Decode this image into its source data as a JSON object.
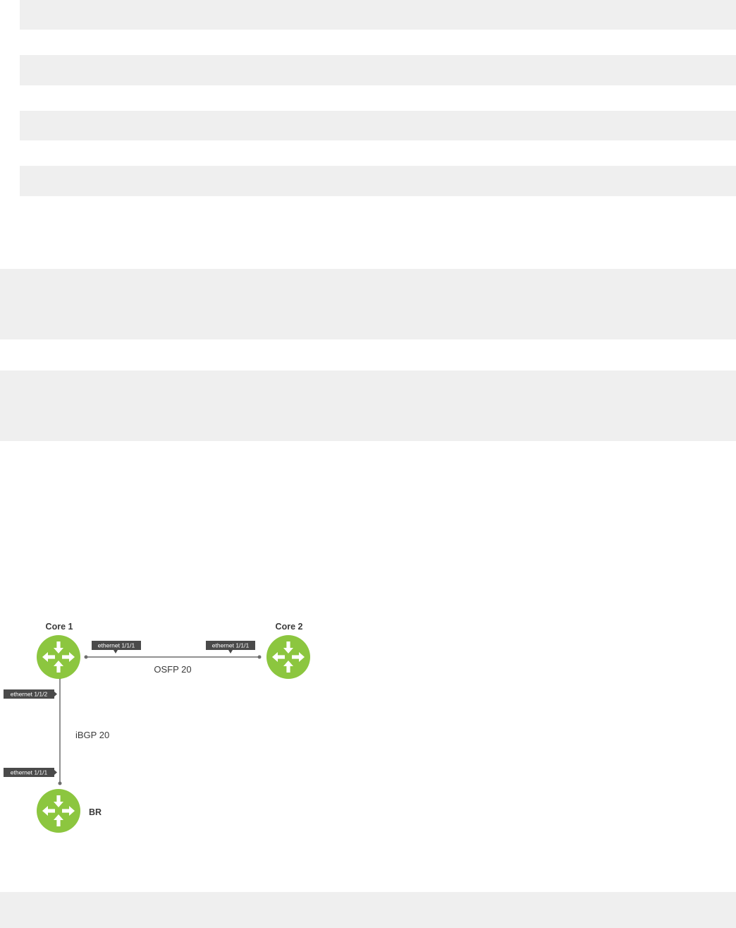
{
  "code_blocks": [
    "",
    "",
    "",
    "",
    "",
    "",
    ""
  ],
  "diagram": {
    "nodes": {
      "core1": {
        "label": "Core 1",
        "icon": "router-icon",
        "color": "#8cc63f"
      },
      "core2": {
        "label": "Core 2",
        "icon": "router-icon",
        "color": "#8cc63f"
      },
      "br": {
        "label": "BR",
        "icon": "router-icon",
        "color": "#8cc63f"
      }
    },
    "links": {
      "core1_core2": {
        "label": "OSFP 20",
        "port_a": "ethernet 1/1/1",
        "port_b": "ethernet 1/1/1"
      },
      "core1_br": {
        "label": "iBGP 20",
        "port_a": "ethernet 1/1/2",
        "port_b": "ethernet 1/1/1"
      }
    },
    "colors": {
      "link": "#6d6d6d",
      "port_tag": "#4a4a4a"
    }
  }
}
